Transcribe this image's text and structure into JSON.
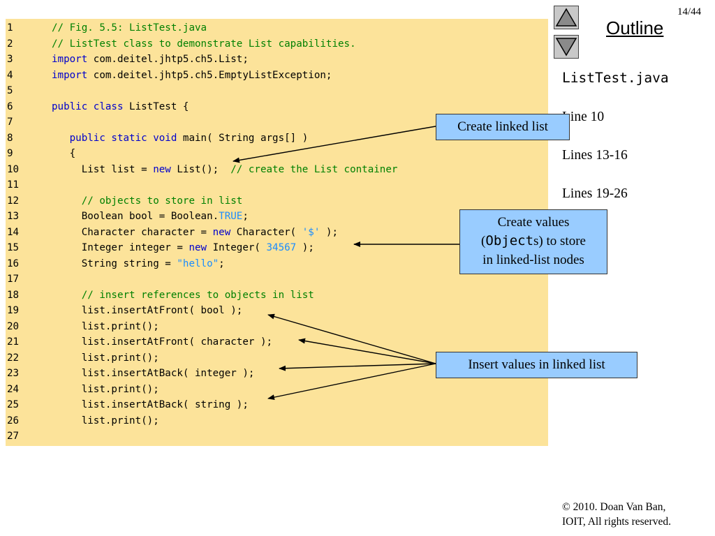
{
  "navigation": {
    "page_number": "14/44",
    "outline_title": "Outline",
    "up_icon": "triangle-up-icon",
    "down_icon": "triangle-down-icon"
  },
  "sidebar": {
    "file_name": "ListTest.java",
    "items": [
      {
        "label": "Line 10"
      },
      {
        "label": "Lines 13-16"
      },
      {
        "label": "Lines 19-26"
      }
    ]
  },
  "callouts": {
    "create_list": "Create linked list",
    "create_values_1": "Create values",
    "create_values_paren": "(",
    "create_values_mono": "Object",
    "create_values_rest": "s) to store",
    "create_values_3": "in linked-list nodes",
    "insert_values": "Insert values in linked list"
  },
  "colors": {
    "code_background": "#fce39a",
    "callout_background": "#99ccff",
    "comment": "#008000",
    "keyword": "#0000cc",
    "literal": "#1a8cff"
  },
  "code": {
    "lines": [
      {
        "n": "1",
        "parts": [
          [
            "cm",
            "// Fig. 5.5: ListTest.java"
          ]
        ]
      },
      {
        "n": "2",
        "parts": [
          [
            "cm",
            "// ListTest class to demonstrate List capabilities."
          ]
        ]
      },
      {
        "n": "3",
        "parts": [
          [
            "kw",
            "import"
          ],
          [
            "",
            " com.deitel.jhtp5.ch5.List;"
          ]
        ]
      },
      {
        "n": "4",
        "parts": [
          [
            "kw",
            "import"
          ],
          [
            "",
            " com.deitel.jhtp5.ch5.EmptyListException;"
          ]
        ]
      },
      {
        "n": "5",
        "parts": []
      },
      {
        "n": "6",
        "parts": [
          [
            "kw",
            "public class"
          ],
          [
            "",
            " ListTest {"
          ]
        ]
      },
      {
        "n": "7",
        "parts": []
      },
      {
        "n": "8",
        "parts": [
          [
            "",
            "   "
          ],
          [
            "kw",
            "public static void"
          ],
          [
            "",
            " main( String args[] )"
          ]
        ]
      },
      {
        "n": "9",
        "parts": [
          [
            "",
            "   {"
          ]
        ]
      },
      {
        "n": "10",
        "parts": [
          [
            "",
            "     List list = "
          ],
          [
            "kw",
            "new"
          ],
          [
            "",
            " List();  "
          ],
          [
            "cm",
            "// create the List container"
          ]
        ]
      },
      {
        "n": "11",
        "parts": []
      },
      {
        "n": "12",
        "parts": [
          [
            "",
            "     "
          ],
          [
            "cm",
            "// objects to store in list"
          ]
        ]
      },
      {
        "n": "13",
        "parts": [
          [
            "",
            "     Boolean bool = Boolean."
          ],
          [
            "lit",
            "TRUE"
          ],
          [
            "",
            ";"
          ]
        ]
      },
      {
        "n": "14",
        "parts": [
          [
            "",
            "     Character character = "
          ],
          [
            "kw",
            "new"
          ],
          [
            "",
            " Character( "
          ],
          [
            "lit",
            "'$'"
          ],
          [
            "",
            " );"
          ]
        ]
      },
      {
        "n": "15",
        "parts": [
          [
            "",
            "     Integer integer = "
          ],
          [
            "kw",
            "new"
          ],
          [
            "",
            " Integer( "
          ],
          [
            "lit",
            "34567"
          ],
          [
            "",
            " );"
          ]
        ]
      },
      {
        "n": "16",
        "parts": [
          [
            "",
            "     String string = "
          ],
          [
            "lit",
            "\"hello\""
          ],
          [
            "",
            ";"
          ]
        ]
      },
      {
        "n": "17",
        "parts": []
      },
      {
        "n": "18",
        "parts": [
          [
            "",
            "     "
          ],
          [
            "cm",
            "// insert references to objects in list"
          ]
        ]
      },
      {
        "n": "19",
        "parts": [
          [
            "",
            "     list.insertAtFront( bool );"
          ]
        ]
      },
      {
        "n": "20",
        "parts": [
          [
            "",
            "     list.print();"
          ]
        ]
      },
      {
        "n": "21",
        "parts": [
          [
            "",
            "     list.insertAtFront( character );"
          ]
        ]
      },
      {
        "n": "22",
        "parts": [
          [
            "",
            "     list.print();"
          ]
        ]
      },
      {
        "n": "23",
        "parts": [
          [
            "",
            "     list.insertAtBack( integer );"
          ]
        ]
      },
      {
        "n": "24",
        "parts": [
          [
            "",
            "     list.print();"
          ]
        ]
      },
      {
        "n": "25",
        "parts": [
          [
            "",
            "     list.insertAtBack( string );"
          ]
        ]
      },
      {
        "n": "26",
        "parts": [
          [
            "",
            "     list.print();"
          ]
        ]
      },
      {
        "n": "27",
        "parts": []
      }
    ]
  },
  "footer": {
    "copyright_symbol": "©",
    "line1": " 2010.  Doan Van Ban,",
    "line2": "IOIT, All rights reserved."
  }
}
